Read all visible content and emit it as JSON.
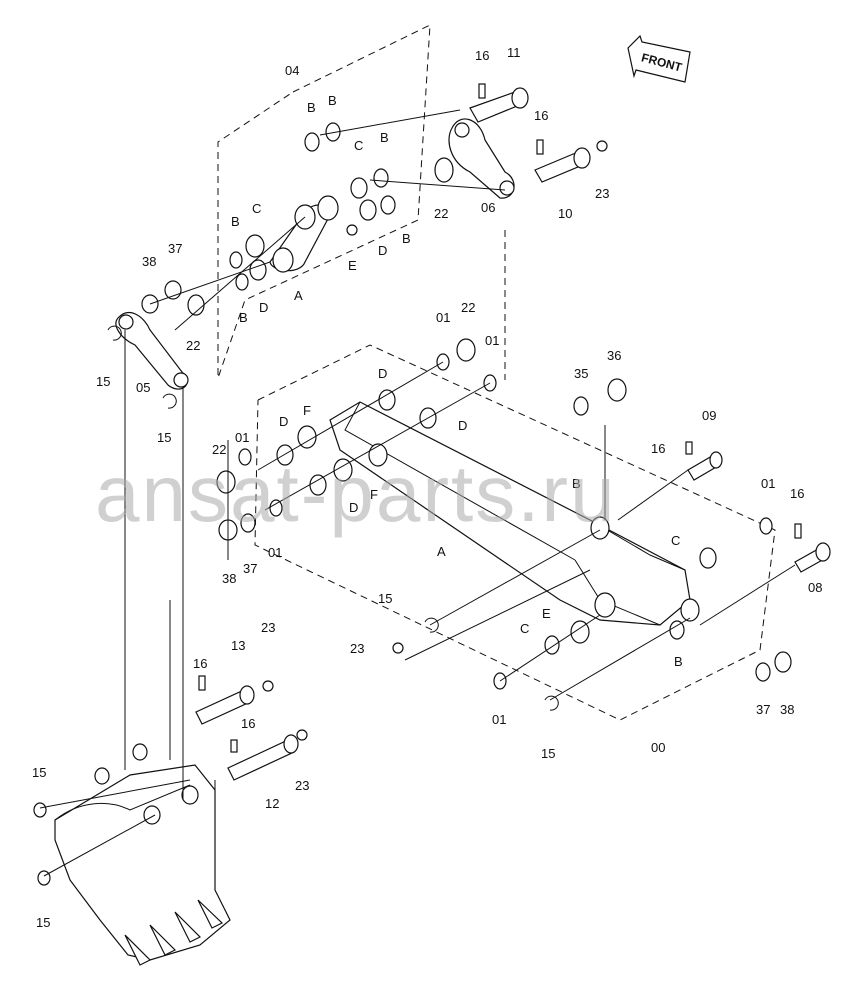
{
  "diagram": {
    "front_label": "FRONT",
    "watermark": "ansat-parts.ru",
    "corner_mark": "",
    "labels": {
      "l04": "04",
      "l05": "05",
      "l06": "06",
      "l00": "00",
      "l16a": "16",
      "l11": "11",
      "l16b": "16",
      "l10": "10",
      "l23a": "23",
      "l22a": "22",
      "lBa": "B",
      "lBb": "B",
      "lCa": "C",
      "lBc": "B",
      "lBd": "B",
      "lDa": "D",
      "lEa": "E",
      "lBe": "B",
      "lCb": "C",
      "lBf": "B",
      "lDb": "D",
      "lAa": "A",
      "l38a": "38",
      "l37a": "37",
      "l22b": "22",
      "l15a": "15",
      "l15b": "15",
      "l01a": "01",
      "l22c": "22",
      "l01b": "01",
      "lDc": "D",
      "lDd": "D",
      "lDe": "D",
      "lFa": "F",
      "l22d": "22",
      "l01c": "01",
      "lDf": "D",
      "lFb": "F",
      "l01d": "01",
      "l38b": "38",
      "l37b": "37",
      "lAb": "A",
      "l35": "35",
      "l36": "36",
      "l09": "09",
      "l16c": "16",
      "lBg": "B",
      "l01e": "01",
      "lCc": "C",
      "l16d": "16",
      "l08": "08",
      "l15c": "15",
      "l23b": "23",
      "lEb": "E",
      "lCd": "C",
      "lBh": "B",
      "l37c": "37",
      "l38c": "38",
      "l01f": "01",
      "l15d": "15",
      "l13": "13",
      "l23c": "23",
      "l16e": "16",
      "l16f": "16",
      "l12": "12",
      "l23d": "23",
      "l15e": "15",
      "l15f": "15"
    }
  }
}
